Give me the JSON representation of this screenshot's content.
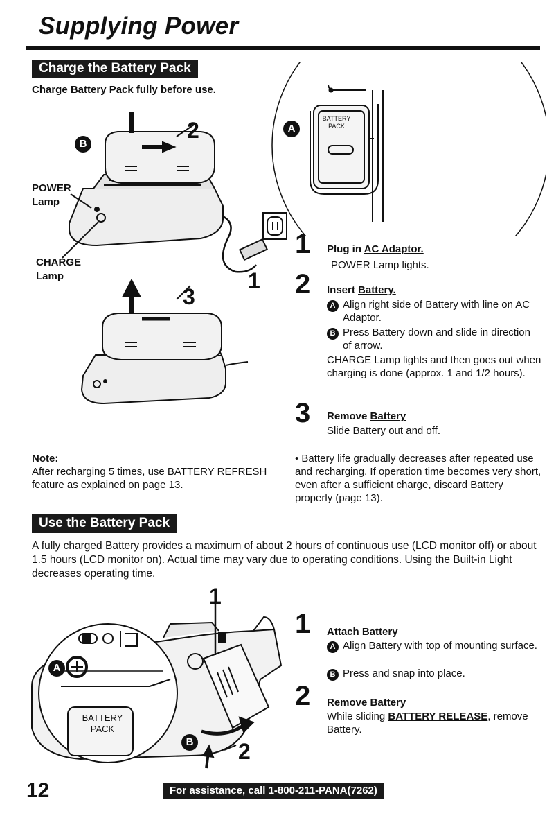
{
  "page": {
    "title": "Supplying Power",
    "page_number": "12",
    "footer": "For assistance, call 1-800-211-PANA(7262)"
  },
  "charge": {
    "header": "Charge the Battery Pack",
    "intro": "Charge Battery Pack fully before use.",
    "labels": {
      "power_lamp_1": "POWER",
      "power_lamp_2": "Lamp",
      "charge_lamp_1": "CHARGE",
      "charge_lamp_2": "Lamp",
      "battery_pack_1": "BATTERY",
      "battery_pack_2": "PACK",
      "callout_a": "A",
      "callout_b": "B",
      "num_1": "1",
      "num_2": "2",
      "num_3": "3"
    },
    "steps": [
      {
        "num": "1",
        "title_prefix": "Plug in ",
        "title_link": "AC Adaptor.",
        "body": "POWER Lamp lights."
      },
      {
        "num": "2",
        "title_prefix": "Insert ",
        "title_link": "Battery.",
        "a_label": "A",
        "a_text": "Align right side of Battery with line on AC Adaptor.",
        "b_label": "B",
        "b_text": "Press Battery down and slide in direction of arrow.",
        "body": "CHARGE Lamp lights and then goes out when charging is done (approx. 1 and 1/2 hours)."
      },
      {
        "num": "3",
        "title_prefix": "Remove ",
        "title_link": "Battery",
        "body": "Slide Battery out and off."
      }
    ],
    "note_title": "Note:",
    "note_body": "After recharging 5 times, use BATTERY REFRESH feature as explained on page 13.",
    "bullet": "• Battery life gradually decreases after repeated use and recharging. If operation time becomes very short, even after a sufficient charge, discard Battery properly (page 13)."
  },
  "use": {
    "header": "Use the Battery Pack",
    "intro": "A fully charged Battery provides a maximum of about 2 hours of continuous use (LCD monitor off) or about 1.5 hours (LCD monitor on). Actual time may vary due to operating conditions. Using the Built-in Light decreases operating time.",
    "labels": {
      "battery_pack_1": "BATTERY",
      "battery_pack_2": "PACK",
      "callout_a": "A",
      "callout_b": "B",
      "num_1": "1",
      "num_2": "2"
    },
    "steps": [
      {
        "num": "1",
        "title_prefix": "Attach ",
        "title_link": "Battery",
        "a_label": "A",
        "a_text": "Align Battery with top of mounting surface.",
        "b_label": "B",
        "b_text": "Press and snap into place."
      },
      {
        "num": "2",
        "title": "Remove Battery",
        "body_prefix": "While sliding ",
        "body_link": "BATTERY RELEASE",
        "body_suffix": ", remove Battery."
      }
    ]
  }
}
